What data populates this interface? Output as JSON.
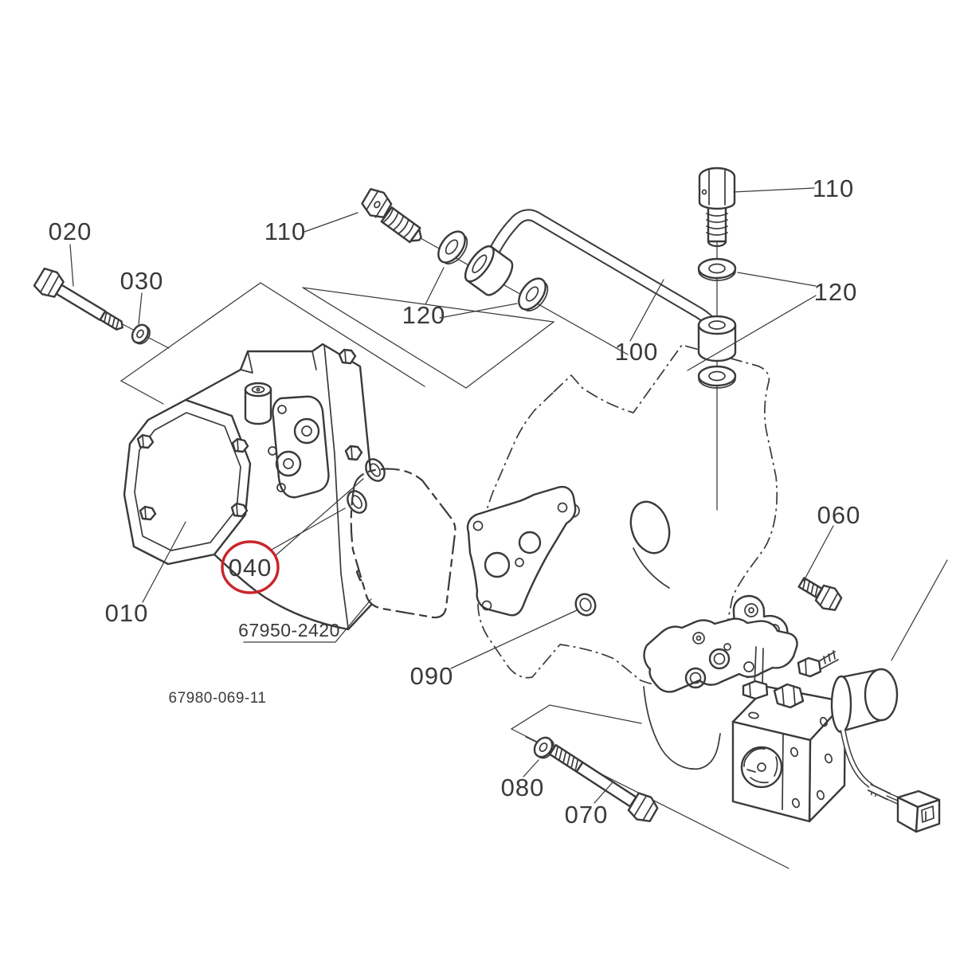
{
  "diagram": {
    "type": "exploded-parts-diagram",
    "drawing_number": "67980-069-11",
    "cover_plate_part_number": "67950-2420",
    "highlighted_ref": "040",
    "colors": {
      "line": "#3a3a3a",
      "highlight": "#c9252b",
      "background": "#ffffff"
    },
    "callouts": [
      {
        "ref": "020",
        "part": "hex-bolt"
      },
      {
        "ref": "030",
        "part": "washer"
      },
      {
        "ref": "110",
        "part": "joint-bolt-left"
      },
      {
        "ref": "120",
        "part": "sealing-washers-left"
      },
      {
        "ref": "100",
        "part": "delivery-pipe"
      },
      {
        "ref": "110",
        "part": "joint-bolt-right"
      },
      {
        "ref": "120",
        "part": "sealing-washers-right"
      },
      {
        "ref": "040",
        "part": "o-rings",
        "highlighted": true
      },
      {
        "ref": "010",
        "part": "hydraulic-pump-assembly"
      },
      {
        "ref": "090",
        "part": "o-ring"
      },
      {
        "ref": "060",
        "part": "hex-bolt-small"
      },
      {
        "ref": "080",
        "part": "nut-washer"
      },
      {
        "ref": "070",
        "part": "hex-bolt-long"
      }
    ]
  }
}
